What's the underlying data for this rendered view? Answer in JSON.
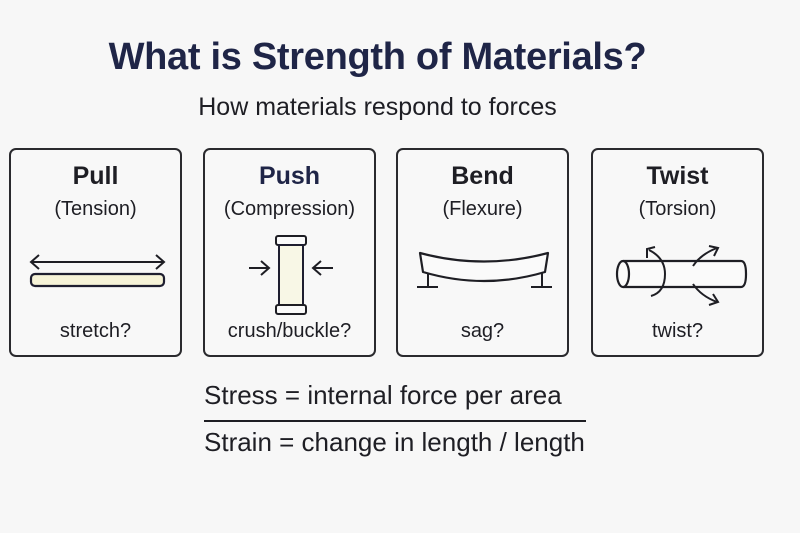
{
  "header": {
    "title": "What is Strength of Materials?",
    "subtitle": "How materials respond to forces"
  },
  "cards": [
    {
      "title": "Pull",
      "subtitle": "(Tension)",
      "question": "stretch?",
      "icon": "tension-rod-icon"
    },
    {
      "title": "Push",
      "subtitle": "(Compression)",
      "question": "crush/buckle?",
      "icon": "compression-column-icon"
    },
    {
      "title": "Bend",
      "subtitle": "(Flexure)",
      "question": "sag?",
      "icon": "bending-beam-icon"
    },
    {
      "title": "Twist",
      "subtitle": "(Torsion)",
      "question": "twist?",
      "icon": "torsion-shaft-icon"
    }
  ],
  "formulas": {
    "stress": "Stress = internal force per area",
    "strain": "Strain = change in length / length"
  },
  "colors": {
    "background": "#f7f7f7",
    "title": "#1f2547",
    "text": "#1e1e24",
    "fill_highlight": "#f6f3d8",
    "outline": "#1e1e30"
  }
}
